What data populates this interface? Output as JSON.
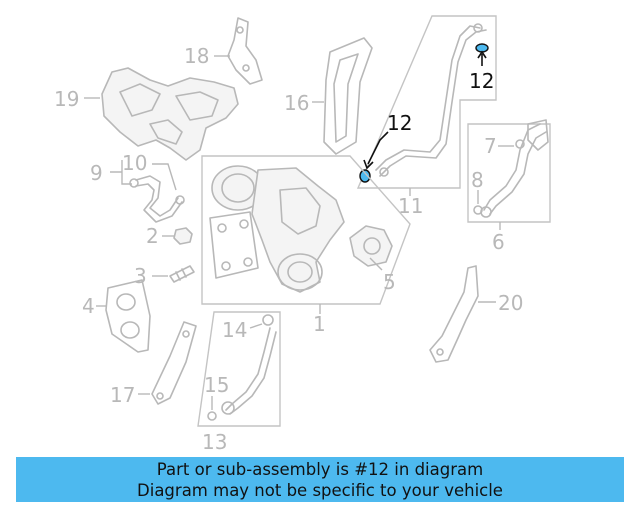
{
  "diagram": {
    "callouts": {
      "c1": "1",
      "c2": "2",
      "c3": "3",
      "c4": "4",
      "c5": "5",
      "c6": "6",
      "c7": "7",
      "c8": "8",
      "c9": "9",
      "c10": "10",
      "c11": "11",
      "c12a": "12",
      "c12b": "12",
      "c13": "13",
      "c14": "14",
      "c15": "15",
      "c16": "16",
      "c17": "17",
      "c18": "18",
      "c19": "19",
      "c20": "20"
    },
    "highlighted_part": "12",
    "highlight_color": "#4db9ef",
    "part_color": "#b8b8b8"
  },
  "banner": {
    "line1": "Part or sub-assembly is #12 in diagram",
    "line2": "Diagram may not be specific to your vehicle",
    "background": "#4db9ef"
  }
}
